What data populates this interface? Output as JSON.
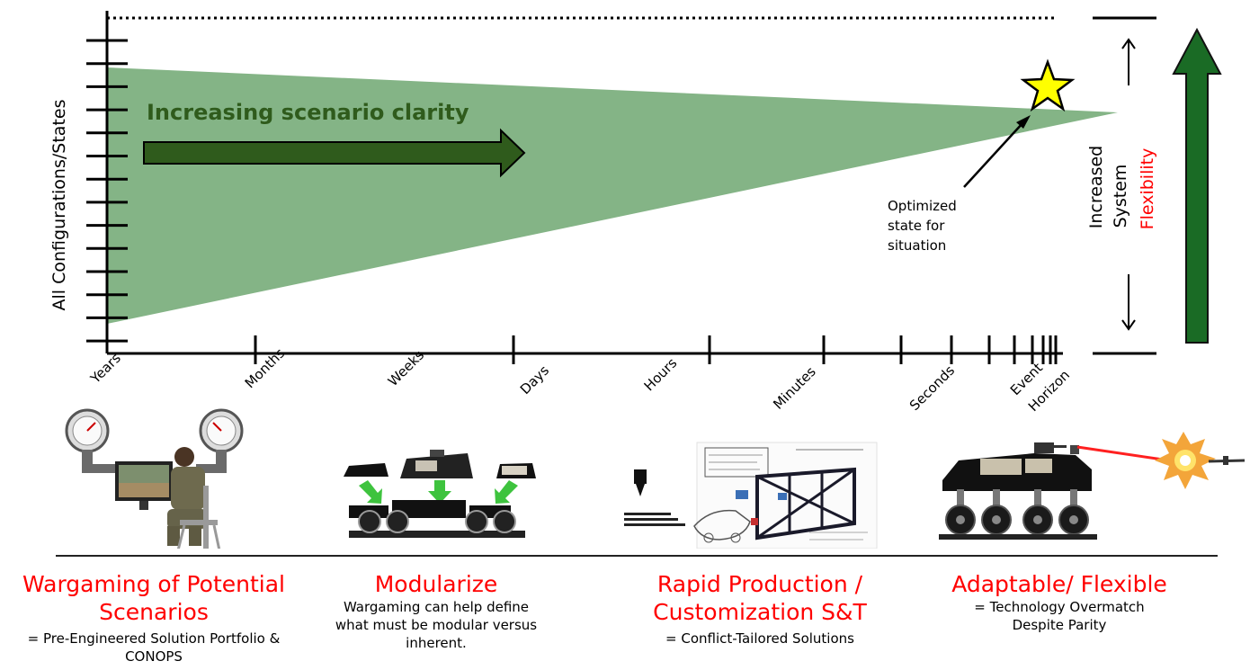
{
  "diagram": {
    "y_axis_label": "All Configurations/States",
    "clarity_label": "Increasing scenario clarity",
    "optimized_label": [
      "Optimized",
      "state for",
      "situation"
    ],
    "time_labels": [
      "Years",
      "Months",
      "Weeks",
      "Days",
      "Hours",
      "Minutes",
      "Seconds"
    ],
    "event_label": [
      "Event",
      "Horizon"
    ],
    "flex_label_line1": "Increased",
    "flex_label_line2": "System",
    "flex_label_red": "Flexibility",
    "colors": {
      "cone": "#84b486",
      "dark_green": "#2f5b1c",
      "big_arrow": "#1a6b25",
      "red": "#ff0000",
      "star": "#ffff00"
    }
  },
  "sections": [
    {
      "title_lines": [
        "Wargaming of Potential",
        "Scenarios"
      ],
      "subtitle_lines": [
        "= Pre-Engineered Solution Portfolio &",
        "CONOPS"
      ]
    },
    {
      "title_lines": [
        "Modularize"
      ],
      "subtitle_lines": [
        "Wargaming can help define",
        "what must be modular versus",
        "inherent."
      ]
    },
    {
      "title_lines": [
        "Rapid Production /",
        "Customization S&T"
      ],
      "subtitle_lines": [
        "= Conflict-Tailored Solutions"
      ]
    },
    {
      "title_lines": [
        "Adaptable/ Flexible"
      ],
      "subtitle_lines": [
        "= Technology Overmatch",
        "Despite Parity"
      ]
    }
  ],
  "illustrations": [
    {
      "name": "wargaming-soldier-illustration"
    },
    {
      "name": "modular-vehicle-illustration"
    },
    {
      "name": "rapid-production-illustration"
    },
    {
      "name": "adaptable-vehicle-illustration"
    }
  ]
}
